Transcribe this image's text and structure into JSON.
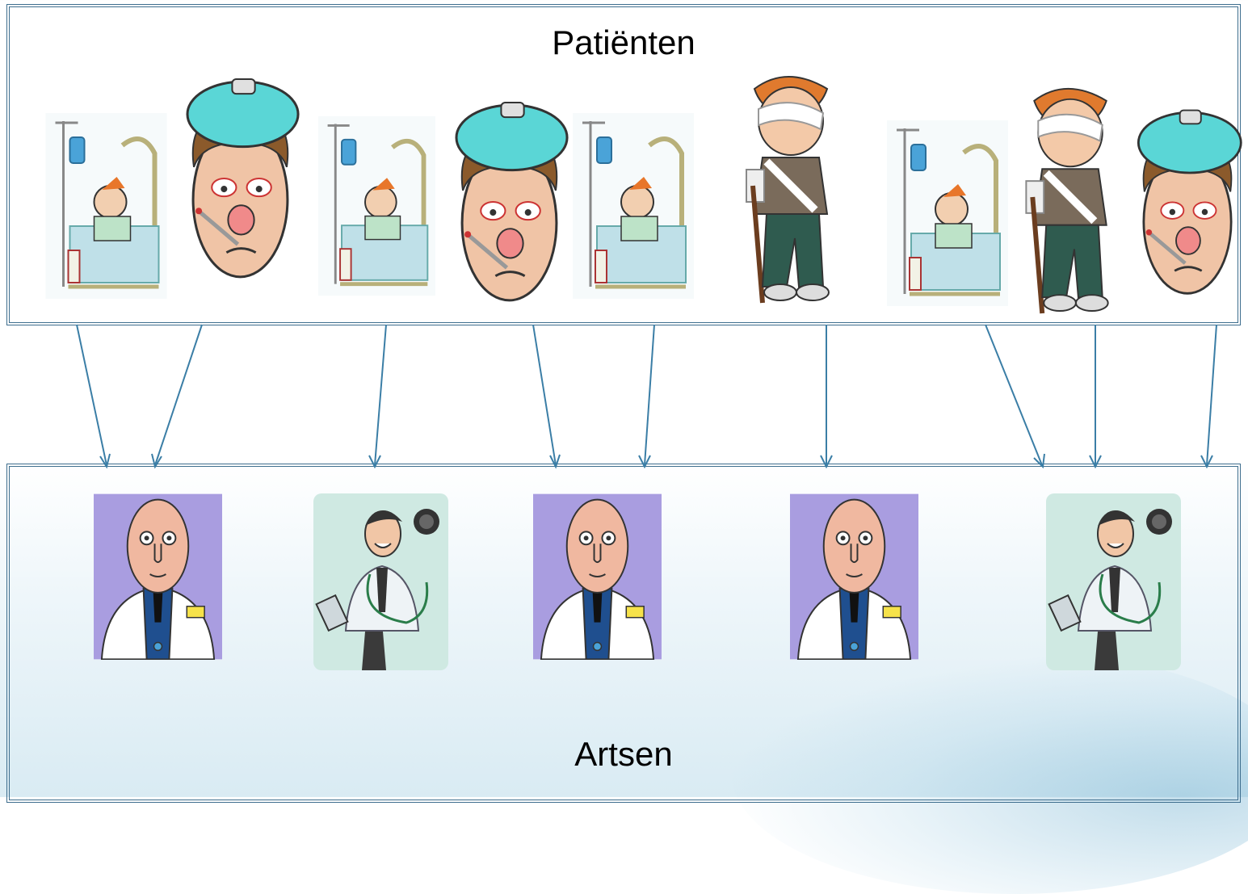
{
  "patients_group": {
    "title": "Patiënten",
    "figures": [
      {
        "kind": "bedridden-patient"
      },
      {
        "kind": "feverish-patient"
      },
      {
        "kind": "bedridden-patient"
      },
      {
        "kind": "feverish-patient"
      },
      {
        "kind": "bedridden-patient"
      },
      {
        "kind": "injured-boy"
      },
      {
        "kind": "bedridden-patient"
      },
      {
        "kind": "injured-boy"
      },
      {
        "kind": "feverish-patient"
      }
    ]
  },
  "doctors_group": {
    "title": "Artsen",
    "figures": [
      {
        "kind": "bald-doctor"
      },
      {
        "kind": "stethoscope-doctor"
      },
      {
        "kind": "bald-doctor"
      },
      {
        "kind": "bald-doctor"
      },
      {
        "kind": "stethoscope-doctor"
      }
    ]
  },
  "colors": {
    "box_border": "#3e6e8e",
    "arrow": "#3b7ea6",
    "doctor_bg_purple": "#a99de0",
    "doctor_bg_mint": "#cfe9e2"
  }
}
